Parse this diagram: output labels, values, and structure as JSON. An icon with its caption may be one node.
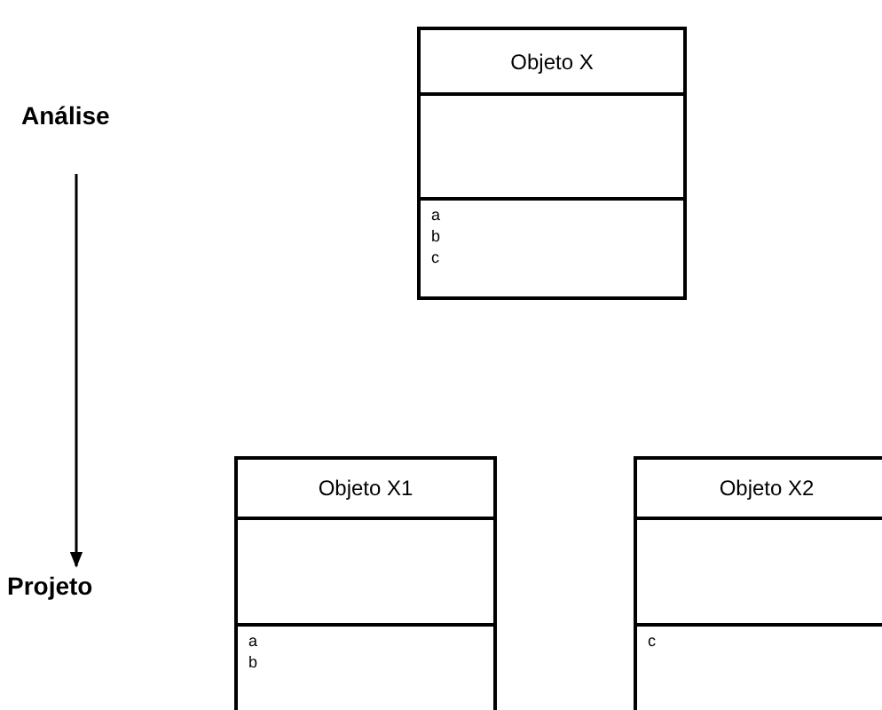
{
  "diagram": {
    "nodes": [
      {
        "text": [
          "Análise"
        ]
      },
      {
        "text": [
          "Objeto X",
          "a",
          "b",
          "c"
        ]
      },
      {
        "text": [
          "Projeto"
        ]
      },
      {
        "text": [
          "Objeto X1",
          "a",
          "b"
        ]
      },
      {
        "text": [
          "Objeto X2",
          "c"
        ]
      }
    ],
    "edges": [
      {
        "from": 0,
        "to": 2,
        "arrow": "to"
      }
    ]
  }
}
